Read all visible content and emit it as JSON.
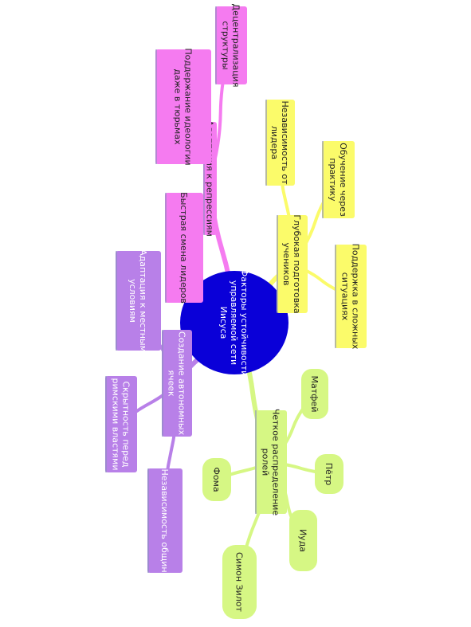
{
  "center": {
    "label_lines": [
      "Факторы устойчивости",
      "управляемой сети",
      "Иисуса"
    ],
    "color": "#0a00d8"
  },
  "branches": {
    "repressions": {
      "color": "#f57bf0",
      "label_lines": [
        "Адаптация к репрессиям"
      ],
      "children": [
        {
          "label_lines": [
            "Децентрализация",
            "структуры"
          ]
        },
        {
          "label_lines": [
            "Поддержание идеологии",
            "даже в тюрьмах"
          ]
        },
        {
          "label_lines": [
            "Быстрая смена лидеров"
          ]
        }
      ]
    },
    "training": {
      "color": "#fbfb6a",
      "label_lines": [
        "Глубокая подготовка",
        "учеников"
      ],
      "children": [
        {
          "label_lines": [
            "Независимость от",
            "лидера"
          ]
        },
        {
          "label_lines": [
            "Обучение через",
            "практику"
          ]
        },
        {
          "label_lines": [
            "Поддержка в сложных",
            "ситуациях"
          ]
        }
      ]
    },
    "roles": {
      "color": "#d6f784",
      "label_lines": [
        "Четкое распределение",
        "ролей"
      ],
      "children": [
        {
          "label_lines": [
            "Матфей"
          ]
        },
        {
          "label_lines": [
            "Пётр"
          ]
        },
        {
          "label_lines": [
            "Фома"
          ]
        },
        {
          "label_lines": [
            "Иуда"
          ]
        },
        {
          "label_lines": [
            "Симон Зилот"
          ]
        }
      ]
    },
    "autonomy": {
      "color": "#b880e8",
      "label_lines": [
        "Создание автономных",
        "ячеек"
      ],
      "children": [
        {
          "label_lines": [
            "Адаптация к местным",
            "условиям"
          ]
        },
        {
          "label_lines": [
            "Скрытность перед",
            "римскими властями"
          ]
        },
        {
          "label_lines": [
            "Независимость общин"
          ]
        }
      ]
    }
  }
}
